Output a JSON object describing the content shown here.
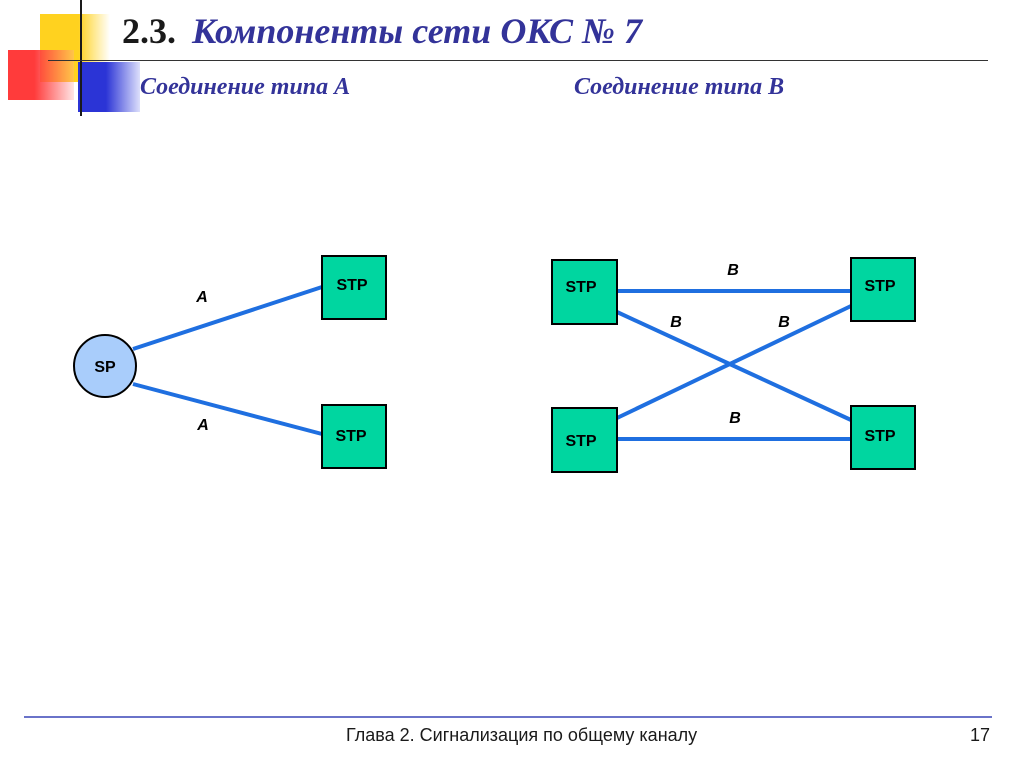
{
  "header": {
    "number": "2.3.",
    "title": "Компоненты сети ОКС № 7",
    "subtitle_a": "Соединение типа А",
    "subtitle_b": "Соединение типа В"
  },
  "diagram_a": {
    "sp_label": "SP",
    "stp_top_label": "STP",
    "stp_bottom_label": "STP",
    "link_top_label": "A",
    "link_bottom_label": "A"
  },
  "diagram_b": {
    "stp_tl_label": "STP",
    "stp_tr_label": "STP",
    "stp_bl_label": "STP",
    "stp_br_label": "STP",
    "link_top_label": "B",
    "link_cross_left_label": "B",
    "link_cross_right_label": "B",
    "link_bottom_label": "B"
  },
  "footer": {
    "chapter": "Глава 2. Сигнализация по общему каналу",
    "page": "17"
  },
  "colors": {
    "title": "#333399",
    "link": "#1f6fe0",
    "stp_fill": "#00d6a0",
    "sp_fill": "#a9cdfb",
    "deco_yellow": "#ffd21f",
    "deco_red": "#ff3b3b",
    "deco_blue": "#2b34d6"
  }
}
